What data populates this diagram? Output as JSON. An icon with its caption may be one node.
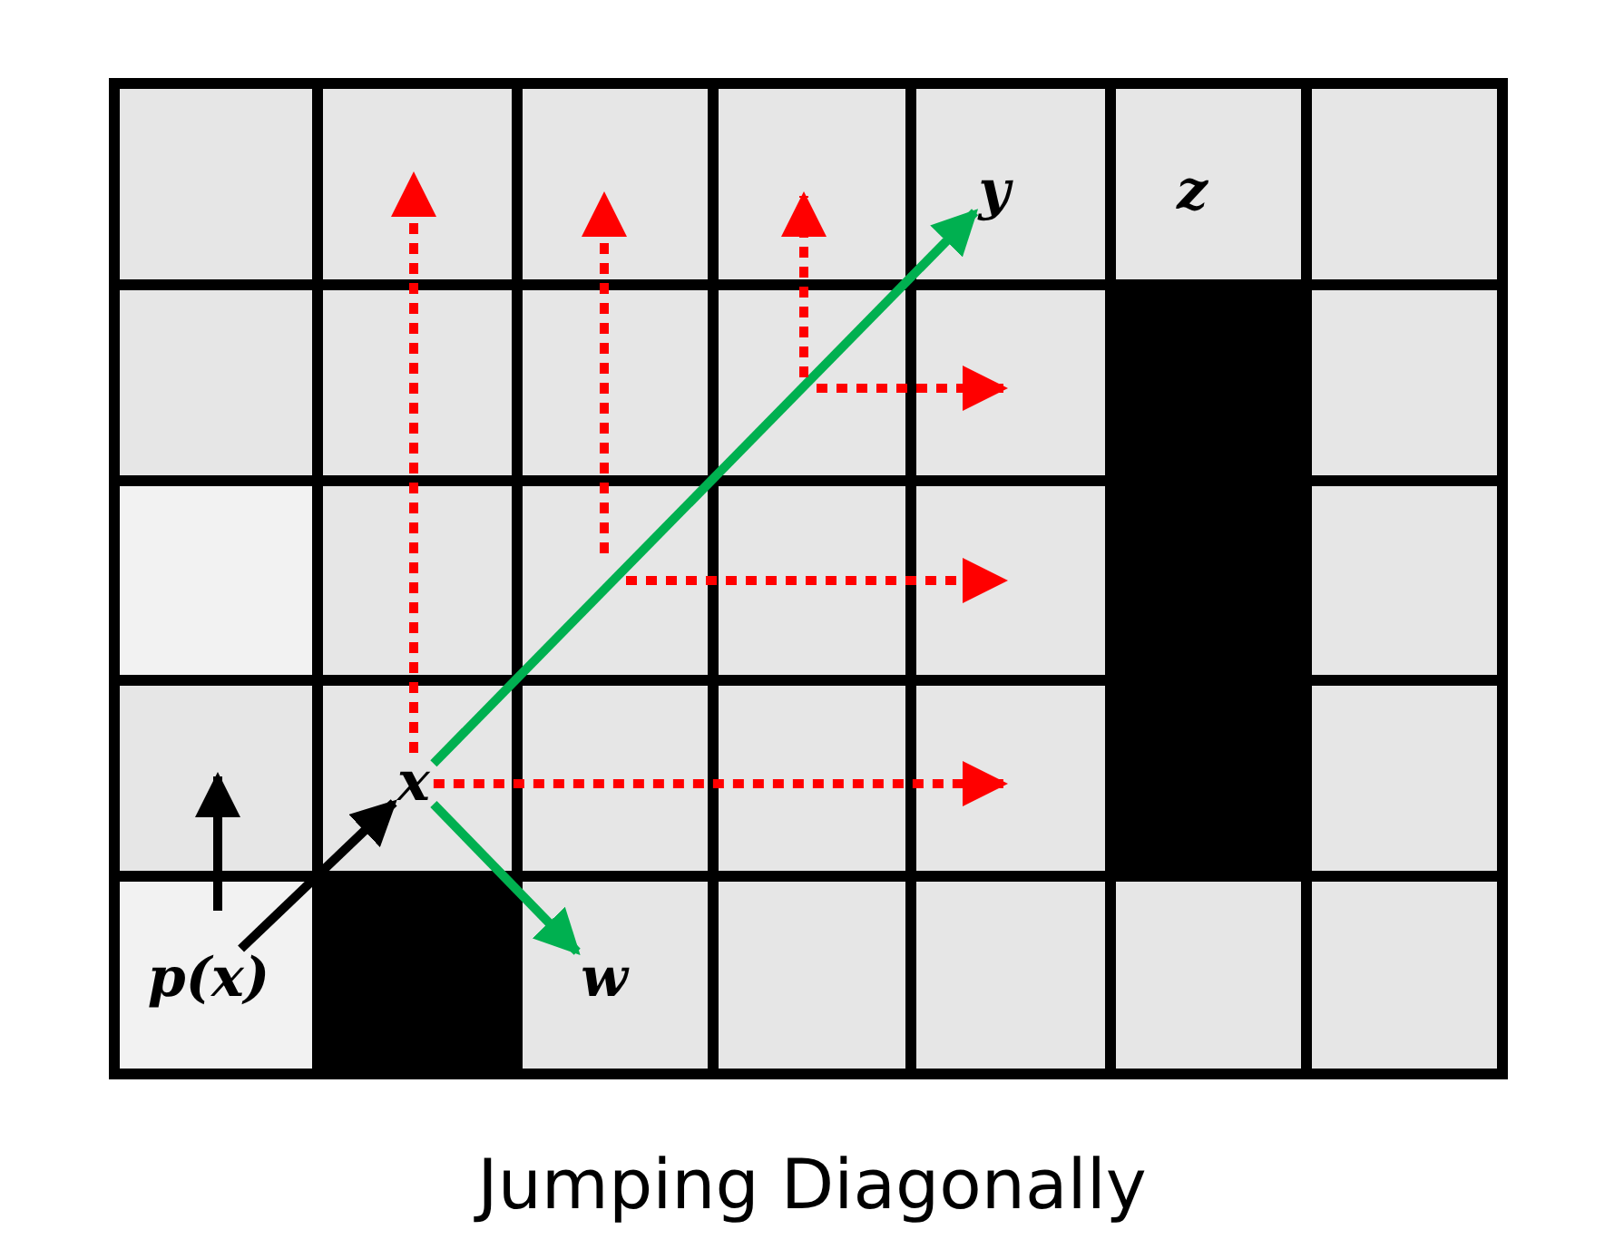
{
  "diagram": {
    "caption": "Jumping Diagonally",
    "nodes": [
      {
        "text": [
          "x"
        ]
      },
      {
        "text": [
          "y"
        ]
      },
      {
        "text": [
          "z"
        ]
      },
      {
        "text": [
          "w"
        ]
      },
      {
        "text": [
          "p(x)"
        ]
      }
    ],
    "edges": [
      {
        "from": 4,
        "to": 0,
        "arrow": "to",
        "color": "#000000"
      },
      {
        "from": 0,
        "to": 1,
        "arrow": "to",
        "color": "#00b050"
      },
      {
        "from": 0,
        "to": 3,
        "arrow": "to",
        "color": "#00b050"
      },
      {
        "from": 0,
        "to": null,
        "arrow": "to",
        "style": "dashed",
        "color": "#ff0000"
      },
      {
        "from": 0,
        "to": null,
        "arrow": "to",
        "style": "dashed",
        "color": "#ff0000"
      }
    ]
  }
}
